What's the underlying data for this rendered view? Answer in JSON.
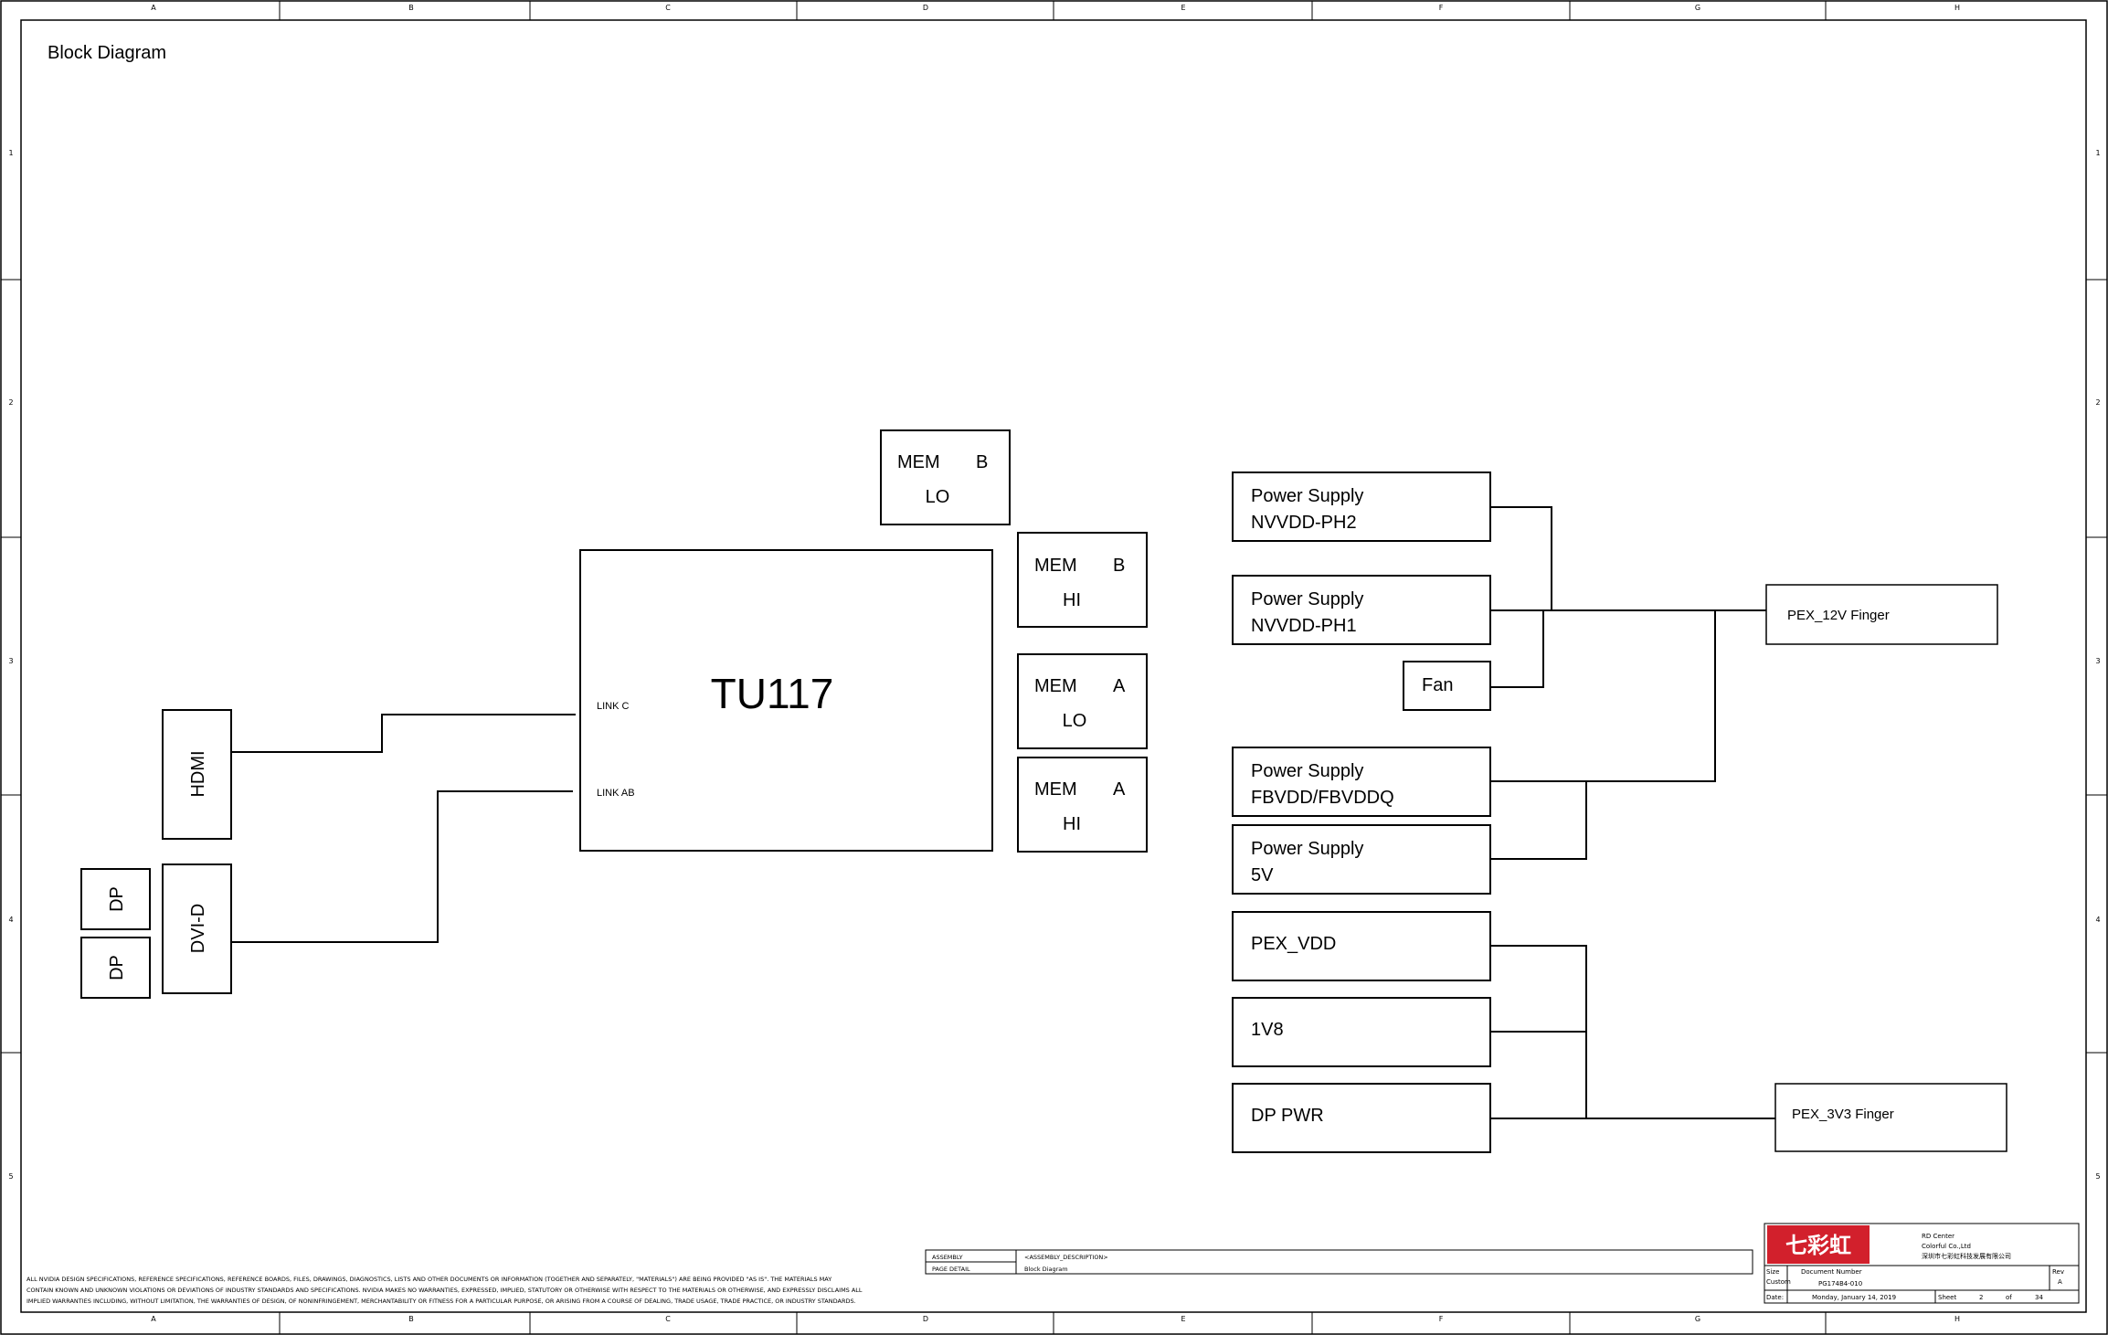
{
  "sheet": {
    "title": "Block Diagram",
    "col_labels": [
      "A",
      "B",
      "C",
      "D",
      "E",
      "F",
      "G",
      "H"
    ],
    "row_labels": [
      "1",
      "2",
      "3",
      "4",
      "5"
    ]
  },
  "gpu": {
    "name": "TU117",
    "link_c": "LINK C",
    "link_ab": "LINK AB"
  },
  "memory": [
    {
      "line1": "MEM",
      "bank": "B",
      "line2": "LO"
    },
    {
      "line1": "MEM",
      "bank": "B",
      "line2": "HI"
    },
    {
      "line1": "MEM",
      "bank": "A",
      "line2": "LO"
    },
    {
      "line1": "MEM",
      "bank": "A",
      "line2": "HI"
    }
  ],
  "connectors": {
    "hdmi": "HDMI",
    "dvi": "DVI-D",
    "dp1": "DP",
    "dp2": "DP"
  },
  "power": {
    "ps_nvvdd_ph2": [
      "Power Supply",
      "NVVDD-PH2"
    ],
    "ps_nvvdd_ph1": [
      "Power Supply",
      "NVVDD-PH1"
    ],
    "fan": "Fan",
    "ps_fbvdd": [
      "Power Supply",
      "FBVDD/FBVDDQ"
    ],
    "ps_5v": [
      "Power Supply",
      "5V"
    ],
    "pex_vdd": "PEX_VDD",
    "v1v8": "1V8",
    "dp_pwr": "DP PWR",
    "pex_12v": "PEX_12V Finger",
    "pex_3v3": "PEX_3V3 Finger"
  },
  "disclaimer": [
    "ALL NVIDIA DESIGN SPECIFICATIONS, REFERENCE SPECIFICATIONS, REFERENCE BOARDS, FILES, DRAWINGS, DIAGNOSTICS, LISTS AND OTHER DOCUMENTS OR INFORMATION (TOGETHER AND SEPARATELY, \"MATERIALS\") ARE BEING PROVIDED \"AS IS\". THE MATERIALS MAY",
    "CONTAIN KNOWN AND UNKNOWN VIOLATIONS OR DEVIATIONS OF INDUSTRY STANDARDS AND SPECIFICATIONS. NVIDIA MAKES NO WARRANTIES, EXPRESSED, IMPLIED, STATUTORY OR OTHERWISE WITH RESPECT TO THE MATERIALS OR OTHERWISE, AND EXPRESSLY DISCLAIMS ALL",
    "IMPLIED WARRANTIES INCLUDING, WITHOUT LIMITATION, THE WARRANTIES OF DESIGN, OF NONINFRINGEMENT, MERCHANTABILITY OR FITNESS FOR A PARTICULAR PURPOSE, OR ARISING FROM A COURSE OF DEALING, TRADE USAGE, TRADE PRACTICE, OR INDUSTRY STANDARDS."
  ],
  "assembly": {
    "assembly_label": "ASSEMBLY",
    "page_detail_label": "PAGE DETAIL",
    "assembly_desc": "<ASSEMBLY_DESCRIPTION>",
    "page_detail": "Block Diagram"
  },
  "title_block": {
    "logo_text": "七彩虹",
    "dept": "RD Center",
    "company": "Colorful Co.,Ltd",
    "company_cn": "深圳市七彩虹科技发展有限公司",
    "size_label": "Size",
    "size_value": "Custom",
    "doc_label": "Document Number",
    "doc_value": "PG174B4-010",
    "rev_label": "Rev",
    "rev_value": "A",
    "date_label": "Date:",
    "date_value": "Monday, January 14, 2019",
    "sheet_label": "Sheet",
    "sheet_num": "2",
    "of_label": "of",
    "sheet_total": "34"
  },
  "colors": {
    "line": "#000000",
    "logo_red": "#d2202c",
    "background": "#ffffff"
  }
}
